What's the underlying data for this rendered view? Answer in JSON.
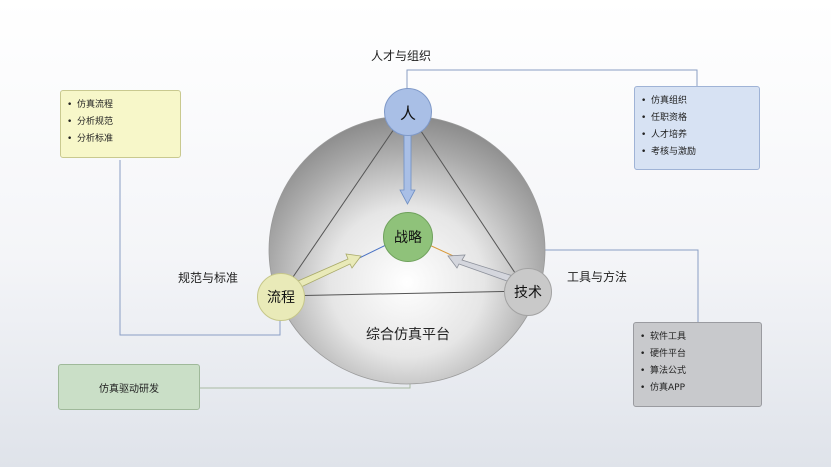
{
  "diagram": {
    "platform_label": "综合仿真平台",
    "nodes": {
      "people": "人",
      "strategy": "战略",
      "process": "流程",
      "technology": "技术"
    },
    "labels": {
      "people": "人才与组织",
      "process": "规范与标准",
      "technology": "工具与方法"
    },
    "boxes": {
      "process": {
        "items": [
          "仿真流程",
          "分析规范",
          "分析标准"
        ]
      },
      "people": {
        "items": [
          "仿真组织",
          "任职资格",
          "人才培养",
          "考核与激励"
        ]
      },
      "technology": {
        "items": [
          "软件工具",
          "硬件平台",
          "算法公式",
          "仿真APP"
        ]
      },
      "platform": {
        "text": "仿真驱动研发"
      }
    },
    "colors": {
      "people_node": "#a9bfe6",
      "strategy_node": "#8fc27a",
      "process_node": "#e9eab8",
      "technology_node": "#c9c9c9",
      "process_box": "#f7f7c9",
      "people_box": "#d7e2f3",
      "technology_box": "#c8c9cc",
      "platform_box": "#cadfc7"
    }
  }
}
